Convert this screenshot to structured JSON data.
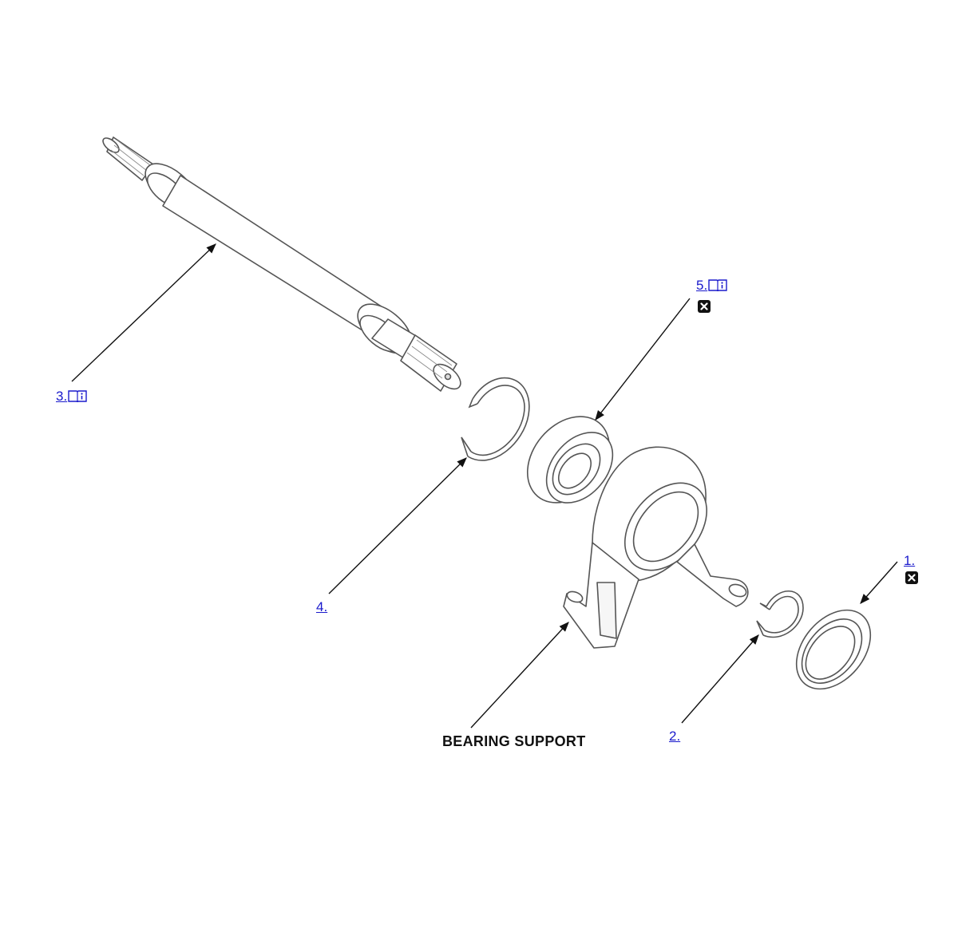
{
  "callouts": {
    "c1": {
      "text": "1.",
      "note": "x-icon"
    },
    "c2": {
      "text": "2."
    },
    "c3": {
      "text": "3.",
      "note": "book-info-icon"
    },
    "c4": {
      "text": "4."
    },
    "c5": {
      "text": "5.",
      "note": "book-info-icon",
      "badge": "x-icon"
    }
  },
  "labels": {
    "bearing_support": "BEARING SUPPORT"
  },
  "colors": {
    "link": "#1a1acc",
    "line": "#111111",
    "part_stroke": "#555555"
  }
}
